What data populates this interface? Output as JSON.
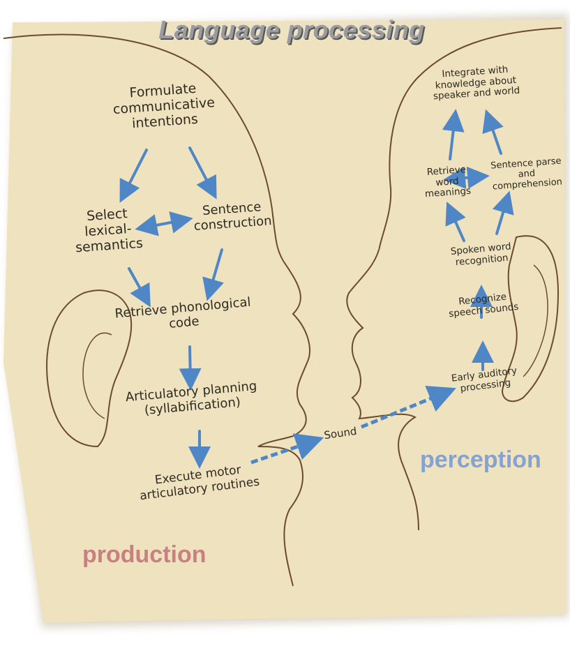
{
  "title": "Language processing",
  "production": {
    "label": "production",
    "nodes": {
      "formulate": "Formulate\ncommunicative\nintentions",
      "select": "Select\nlexical-\nsemantics",
      "sentence": "Sentence\nconstruction",
      "retrieve_phon": "Retrieve phonological\ncode",
      "articulatory": "Articulatory planning\n(syllabification)",
      "execute": "Execute motor\narticulatory routines"
    }
  },
  "sound_label": "Sound",
  "perception": {
    "label": "perception",
    "nodes": {
      "integrate": "Integrate with\nknowledge about\nspeaker and world",
      "retrieve_word": "Retrieve\nword\nmeanings",
      "parse": "Sentence parse and\ncomprehension",
      "spoken": "Spoken word\nrecognition",
      "recognize": "Recognize\nspeech sounds",
      "early": "Early auditory\nprocessing"
    }
  },
  "colors": {
    "paper": "#efe2bf",
    "line": "#6b4b2a",
    "arrow": "#4f86c6",
    "production": "#c98080",
    "perception": "#85a2d2"
  }
}
